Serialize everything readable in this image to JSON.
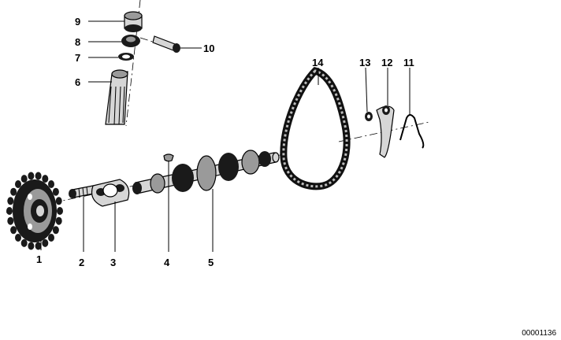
{
  "diagram": {
    "reference_number": "00001136",
    "parts": [
      {
        "callout": "1",
        "part": "sprocket"
      },
      {
        "callout": "2",
        "part": "bolt"
      },
      {
        "callout": "3",
        "part": "flange"
      },
      {
        "callout": "4",
        "part": "key"
      },
      {
        "callout": "5",
        "part": "camshaft"
      },
      {
        "callout": "6",
        "part": "distributor-drive-shaft"
      },
      {
        "callout": "7",
        "part": "washer"
      },
      {
        "callout": "8",
        "part": "nut"
      },
      {
        "callout": "9",
        "part": "sleeve"
      },
      {
        "callout": "10",
        "part": "screw"
      },
      {
        "callout": "11",
        "part": "spring"
      },
      {
        "callout": "12",
        "part": "tensioner-rail"
      },
      {
        "callout": "13",
        "part": "washer-small"
      },
      {
        "callout": "14",
        "part": "timing-chain"
      }
    ]
  }
}
